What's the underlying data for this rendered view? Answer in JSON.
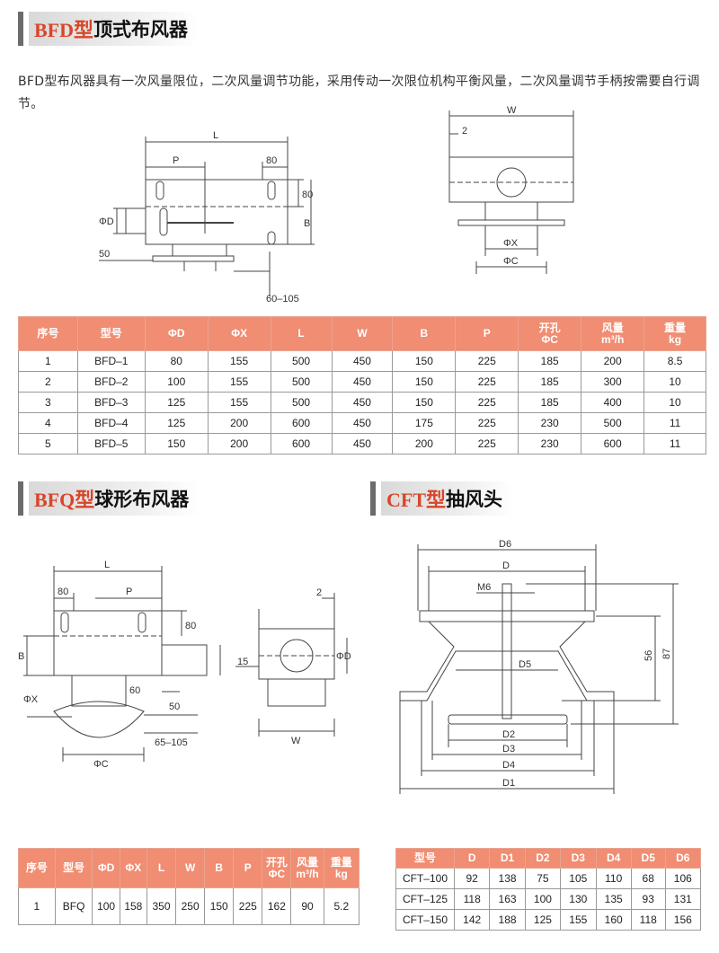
{
  "bfd": {
    "title_model": "BFD型",
    "title_name": "顶式布风器",
    "intro": "BFD型布风器具有一次风量限位，二次风量调节功能，采用传动一次限位机构平衡风量，二次风量调节手柄按需要自行调节。",
    "fig1": {
      "L": "L",
      "P": "P",
      "d80a": "80",
      "d80b": "80",
      "B": "B",
      "phiD": "ΦD",
      "d50": "50",
      "d60_105": "60–105"
    },
    "fig2": {
      "W": "W",
      "d2": "2",
      "phiX": "ΦX",
      "phiC": "ΦC"
    },
    "table": {
      "headers": [
        "序号",
        "型号",
        "ΦD",
        "ΦX",
        "L",
        "W",
        "B",
        "P",
        "开孔\nΦC",
        "风量\nm³/h",
        "重量\nkg"
      ],
      "rows": [
        [
          "1",
          "BFD–1",
          "80",
          "155",
          "500",
          "450",
          "150",
          "225",
          "185",
          "200",
          "8.5"
        ],
        [
          "2",
          "BFD–2",
          "100",
          "155",
          "500",
          "450",
          "150",
          "225",
          "185",
          "300",
          "10"
        ],
        [
          "3",
          "BFD–3",
          "125",
          "155",
          "500",
          "450",
          "150",
          "225",
          "185",
          "400",
          "10"
        ],
        [
          "4",
          "BFD–4",
          "125",
          "200",
          "600",
          "450",
          "175",
          "225",
          "230",
          "500",
          "11"
        ],
        [
          "5",
          "BFD–5",
          "150",
          "200",
          "600",
          "450",
          "200",
          "225",
          "230",
          "600",
          "11"
        ]
      ]
    }
  },
  "bfq": {
    "title_model": "BFQ型",
    "title_name": "球形布风器",
    "fig1": {
      "L": "L",
      "d80a": "80",
      "P": "P",
      "d80b": "80",
      "B": "B",
      "phiX": "ΦX",
      "d60": "60",
      "d50": "50",
      "d65_105": "65–105",
      "phiC": "ΦC"
    },
    "fig2": {
      "d2": "2",
      "d15": "15",
      "phiD": "ΦD",
      "W": "W"
    },
    "table": {
      "headers": [
        "序号",
        "型号",
        "ΦD",
        "ΦX",
        "L",
        "W",
        "B",
        "P",
        "开孔\nΦC",
        "风量\nm³/h",
        "重量\nkg"
      ],
      "rows": [
        [
          "1",
          "BFQ",
          "100",
          "158",
          "350",
          "250",
          "150",
          "225",
          "162",
          "90",
          "5.2"
        ]
      ]
    }
  },
  "cft": {
    "title_model": "CFT型",
    "title_name": "抽风头",
    "fig": {
      "D6": "D6",
      "D": "D",
      "M6": "M6",
      "D5": "D5",
      "d56": "56",
      "d87": "87",
      "D2": "D2",
      "D3": "D3",
      "D4": "D4",
      "D1": "D1"
    },
    "table": {
      "headers": [
        "型号",
        "D",
        "D1",
        "D2",
        "D3",
        "D4",
        "D5",
        "D6"
      ],
      "rows": [
        [
          "CFT–100",
          "92",
          "138",
          "75",
          "105",
          "110",
          "68",
          "106"
        ],
        [
          "CFT–125",
          "118",
          "163",
          "100",
          "130",
          "135",
          "93",
          "131"
        ],
        [
          "CFT–150",
          "142",
          "188",
          "125",
          "155",
          "160",
          "118",
          "156"
        ]
      ]
    }
  }
}
